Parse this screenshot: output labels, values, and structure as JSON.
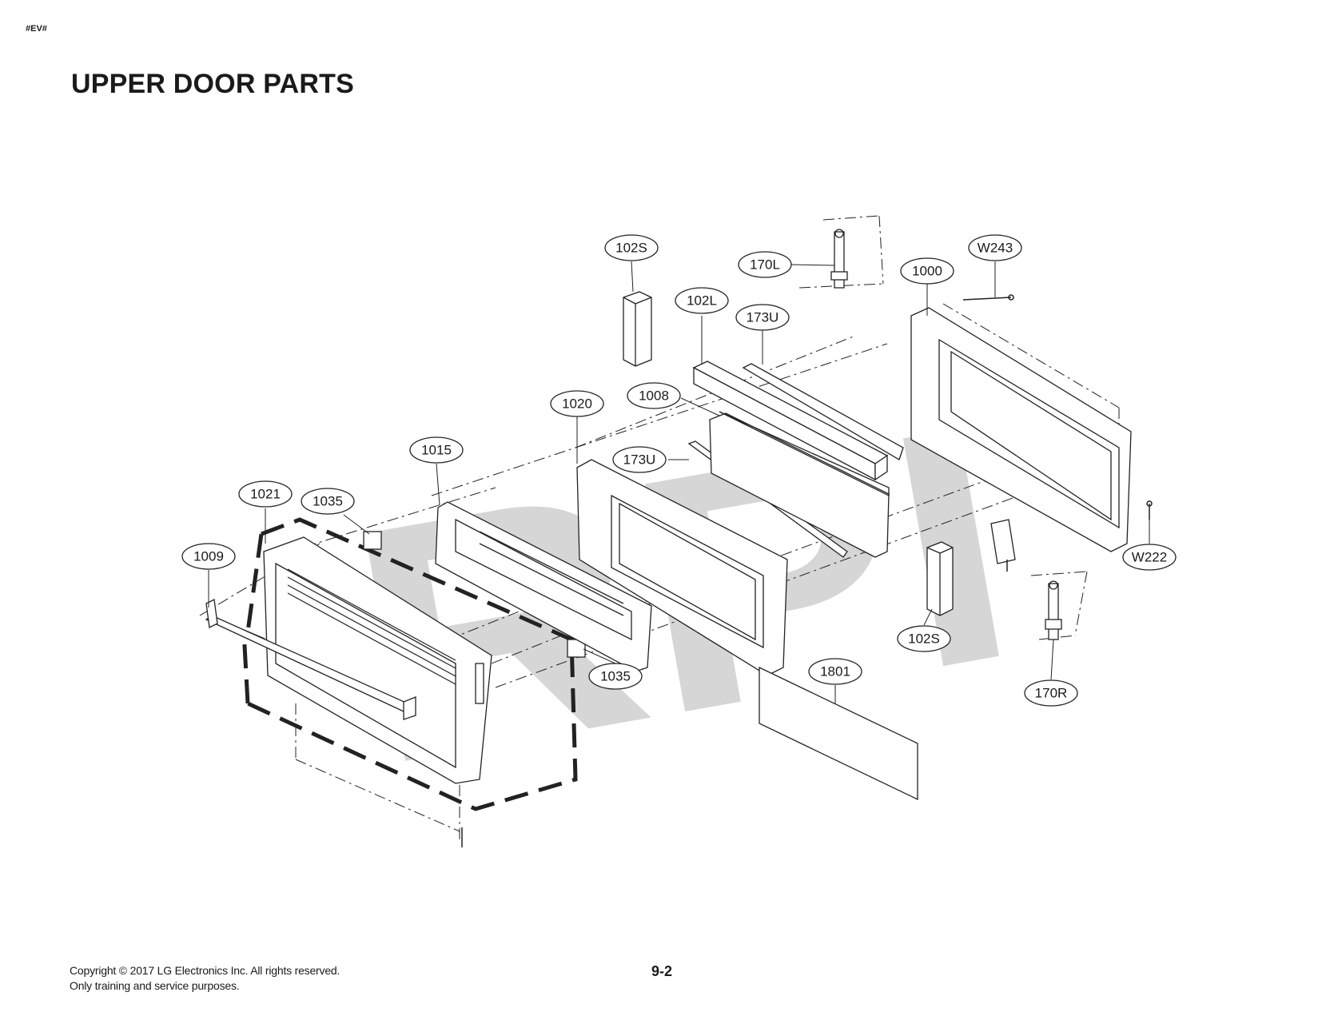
{
  "header_tag": "#EV#",
  "title": "UPPER DOOR PARTS",
  "watermark": "RPI",
  "callouts": [
    {
      "id": "c-102s-top",
      "label": "102S"
    },
    {
      "id": "c-170l",
      "label": "170L"
    },
    {
      "id": "c-w243",
      "label": "W243"
    },
    {
      "id": "c-1000",
      "label": "1000"
    },
    {
      "id": "c-102l",
      "label": "102L"
    },
    {
      "id": "c-173u-top",
      "label": "173U"
    },
    {
      "id": "c-1020",
      "label": "1020"
    },
    {
      "id": "c-1008",
      "label": "1008"
    },
    {
      "id": "c-1015",
      "label": "1015"
    },
    {
      "id": "c-173u-mid",
      "label": "173U"
    },
    {
      "id": "c-1021",
      "label": "1021"
    },
    {
      "id": "c-1035-top",
      "label": "1035"
    },
    {
      "id": "c-1009",
      "label": "1009"
    },
    {
      "id": "c-w222",
      "label": "W222"
    },
    {
      "id": "c-102s-bot",
      "label": "102S"
    },
    {
      "id": "c-1035-bot",
      "label": "1035"
    },
    {
      "id": "c-1801",
      "label": "1801"
    },
    {
      "id": "c-170r",
      "label": "170R"
    }
  ],
  "footer": {
    "copyright_line1": "Copyright © 2017 LG Electronics Inc. All rights reserved.",
    "copyright_line2": "Only training and service purposes.",
    "page_number": "9-2"
  }
}
